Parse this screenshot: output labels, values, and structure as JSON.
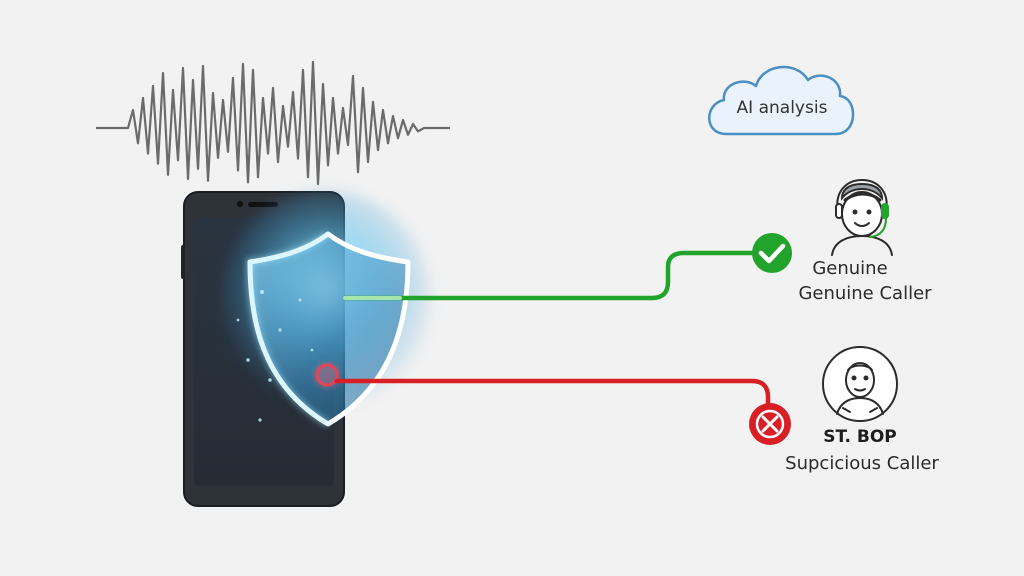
{
  "cloud": {
    "label": "AI analysis"
  },
  "genuine": {
    "line1": "Genuine",
    "line2": "Genuine Caller",
    "color": "#22a32b"
  },
  "suspicious": {
    "line1": "ST. BOP",
    "line2": "Supcicious Caller",
    "color": "#d81f26"
  },
  "colors": {
    "background": "#f2f2f2",
    "phone_body": "#2e333a",
    "shield_glow": "#7fd4ff",
    "waveform": "#6b6b6b"
  },
  "icons": [
    "waveform-icon",
    "cloud-icon",
    "shield-icon",
    "check-icon",
    "cross-icon",
    "genuine-caller-avatar-icon",
    "suspicious-caller-avatar-icon"
  ]
}
